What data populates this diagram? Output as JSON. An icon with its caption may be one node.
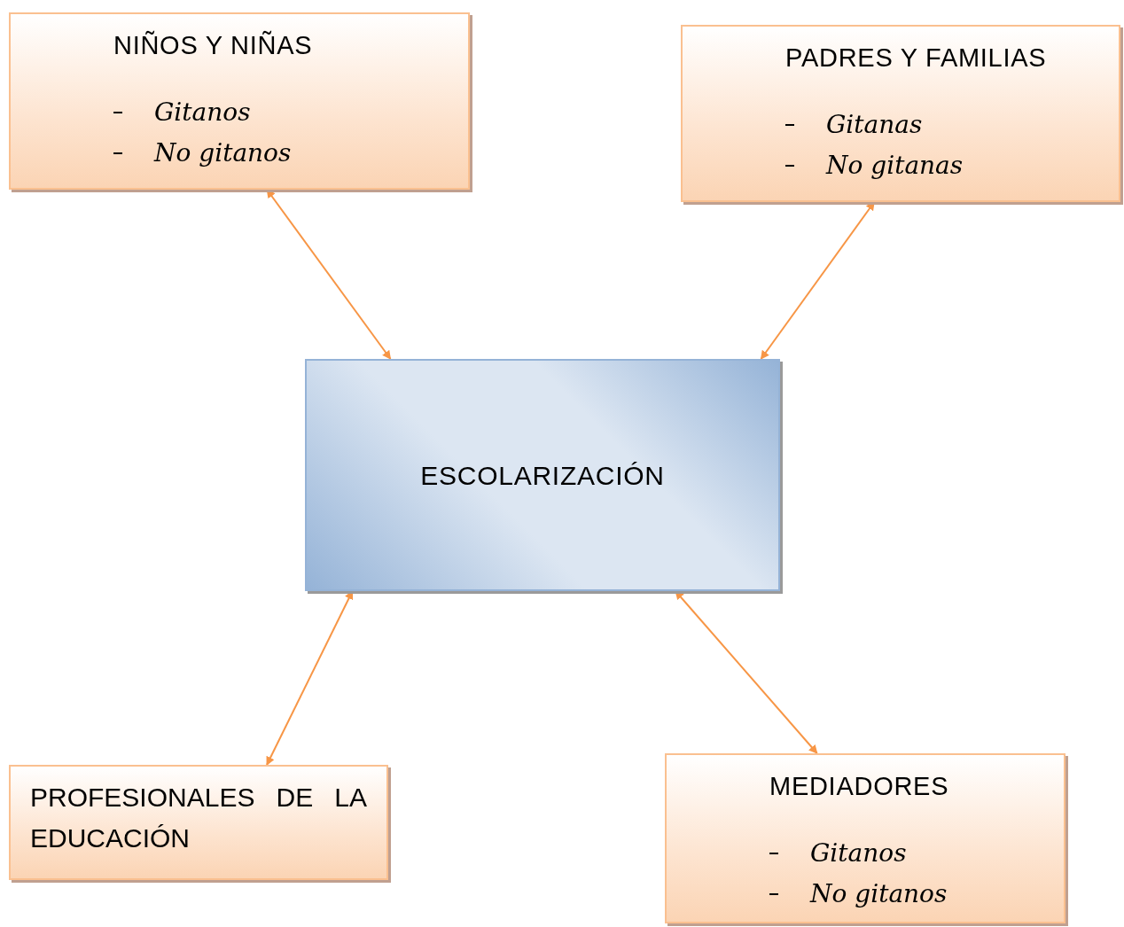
{
  "diagram": {
    "nodes": [
      {
        "text": [
          "NIÑOS Y NIÑAS",
          "Gitanos",
          "No gitanos"
        ]
      },
      {
        "text": [
          "PADRES Y FAMILIAS",
          "Gitanas",
          "No gitanas"
        ]
      },
      {
        "text": [
          "ESCOLARIZACIÓN"
        ]
      },
      {
        "text": [
          "PROFESIONALES DE LA EDUCACIÓN"
        ]
      },
      {
        "text": [
          "MEDIADORES",
          "Gitanos",
          "No gitanos"
        ]
      }
    ],
    "edges": [
      {
        "from": 0,
        "to": 2,
        "arrow": "both"
      },
      {
        "from": 1,
        "to": 2,
        "arrow": "both"
      },
      {
        "from": 3,
        "to": 2,
        "arrow": "both"
      },
      {
        "from": 4,
        "to": 2,
        "arrow": "both"
      }
    ]
  }
}
